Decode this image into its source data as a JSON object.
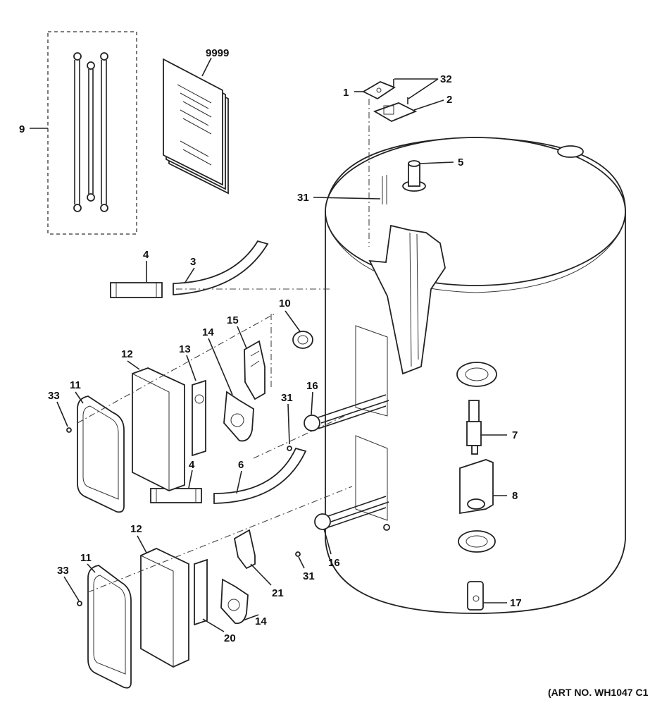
{
  "diagram": {
    "art_number": "(ART NO. WH1047 C1",
    "labels": {
      "l1": "1",
      "l2": "2",
      "l3": "3",
      "l4a": "4",
      "l4b": "4",
      "l5": "5",
      "l6": "6",
      "l7": "7",
      "l8": "8",
      "l9": "9",
      "l10": "10",
      "l11a": "11",
      "l11b": "11",
      "l12a": "12",
      "l12b": "12",
      "l13": "13",
      "l14a": "14",
      "l14b": "14",
      "l15": "15",
      "l16a": "16",
      "l16b": "16",
      "l17": "17",
      "l20": "20",
      "l21": "21",
      "l31a": "31",
      "l31b": "31",
      "l31c": "31",
      "l32": "32",
      "l33a": "33",
      "l33b": "33",
      "l9999": "9999"
    }
  }
}
